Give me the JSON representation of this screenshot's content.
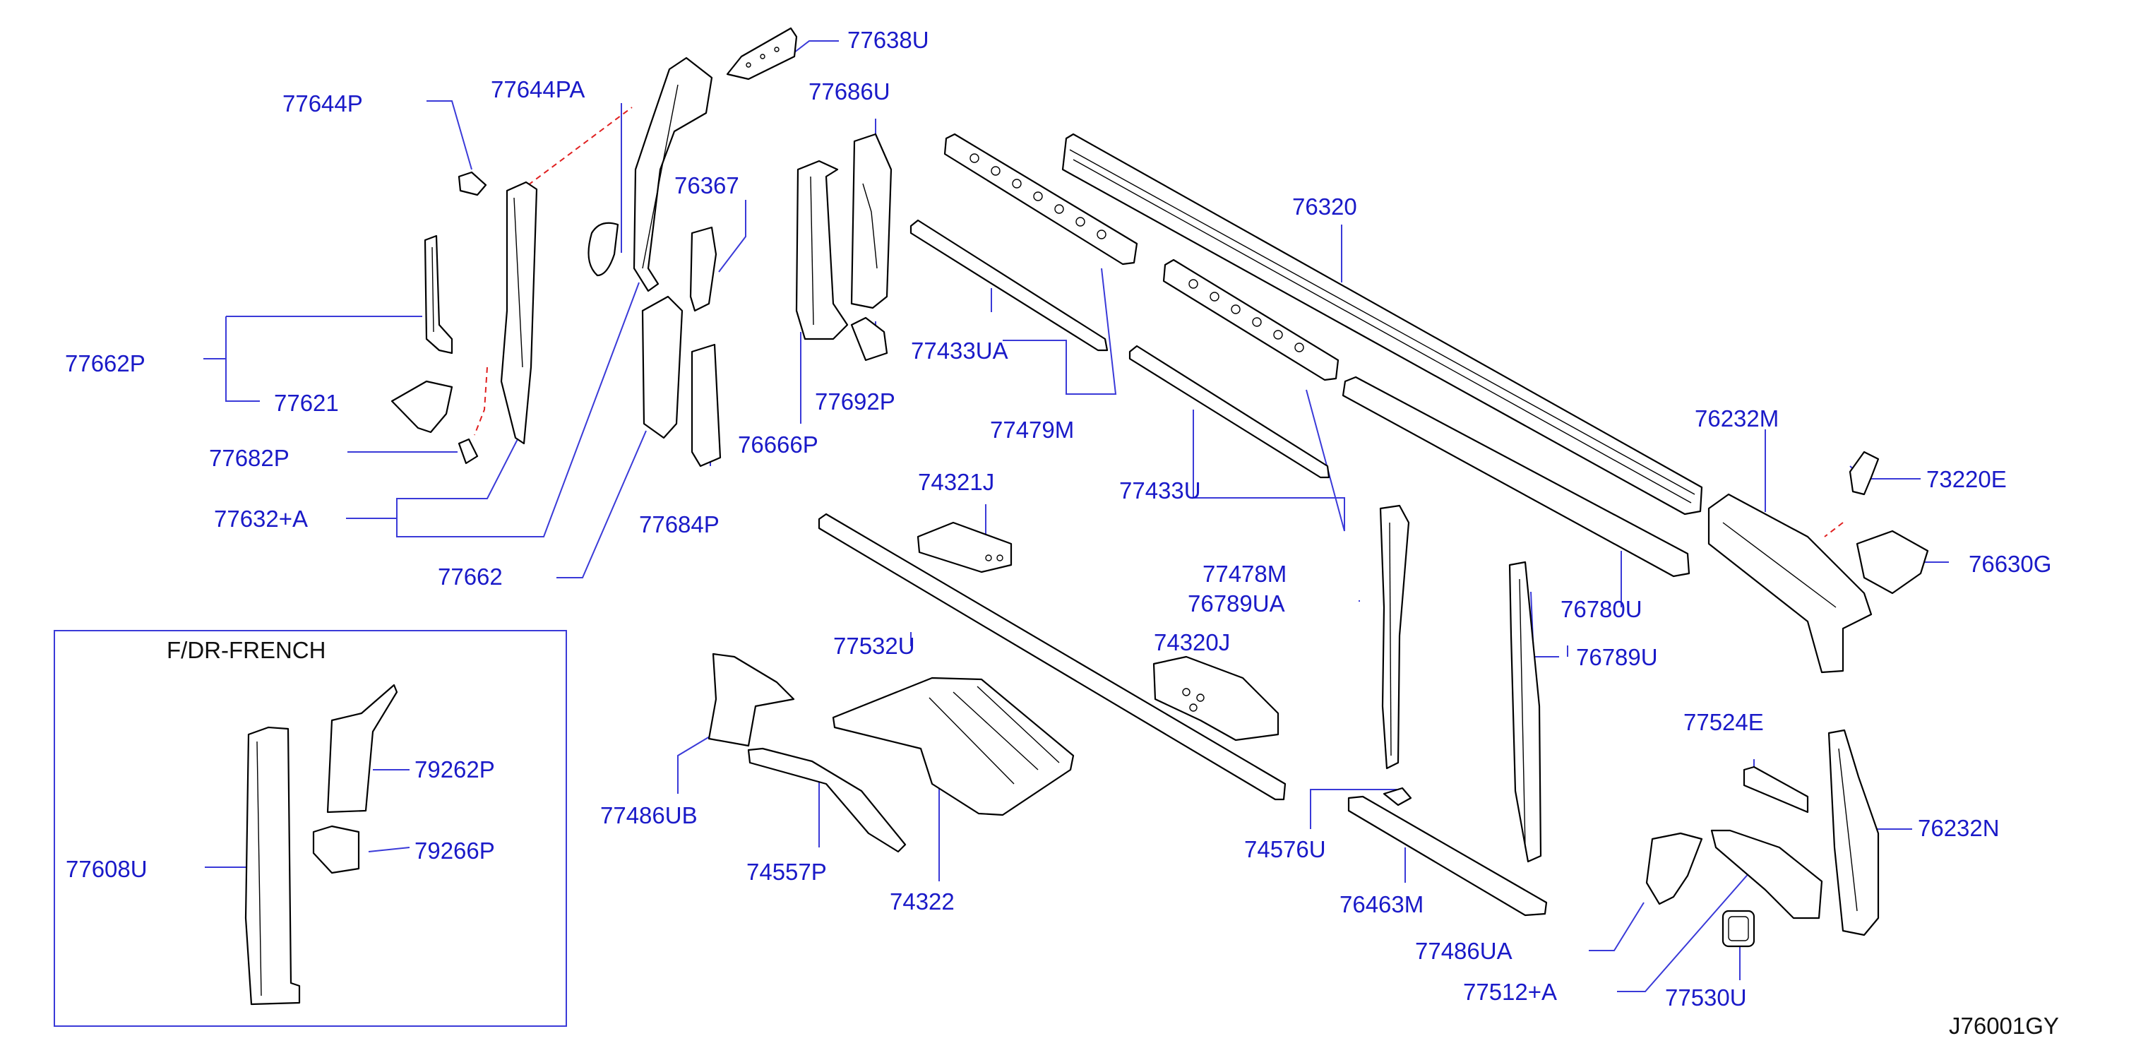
{
  "diagram_code": "J76001GY",
  "colors": {
    "label": "#1a1ac8",
    "leader": "#3a3ad8",
    "dashed_leader": "#e02020",
    "line_art": "#000000"
  },
  "inset": {
    "title": "F/DR-FRENCH"
  },
  "labels": {
    "p77638U": "77638U",
    "p77644P": "77644P",
    "p77644PA": "77644PA",
    "p77686U": "77686U",
    "p76367": "76367",
    "p76320": "76320",
    "p77662P": "77662P",
    "p77621": "77621",
    "p77682P": "77682P",
    "p77632A": "77632+A",
    "p77662": "77662",
    "p77433UA": "77433UA",
    "p77479M": "77479M",
    "p77692P": "77692P",
    "p76666P": "76666P",
    "p77684P": "77684P",
    "p74321J": "74321J",
    "p77433U": "77433U",
    "p76232M": "76232M",
    "p73220E": "73220E",
    "p76630G": "76630G",
    "p77478M": "77478M",
    "p76789UA": "76789UA",
    "p76780U": "76780U",
    "p77532U": "77532U",
    "p74320J": "74320J",
    "p76789U": "76789U",
    "p77524E": "77524E",
    "p76232N": "76232N",
    "p79262P": "79262P",
    "p79266P": "79266P",
    "p77608U": "77608U",
    "p77486UB": "77486UB",
    "p74557P": "74557P",
    "p74322": "74322",
    "p74576U": "74576U",
    "p76463M": "76463M",
    "p77486UA": "77486UA",
    "p77512A": "77512+A",
    "p77530U": "77530U"
  }
}
